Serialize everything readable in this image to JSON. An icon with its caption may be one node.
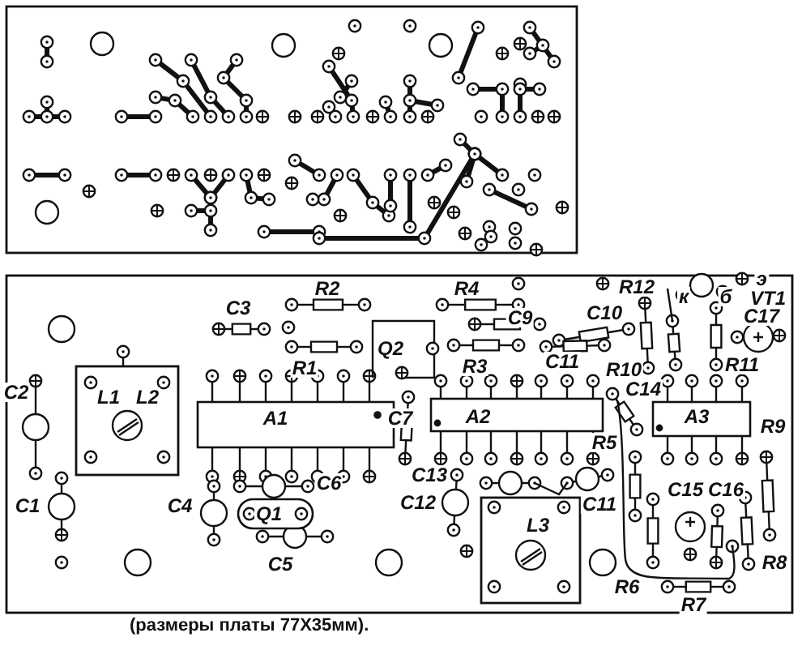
{
  "diagram": {
    "caption": "(размеры платы 77X35мм).",
    "labels": [
      "э",
      "R2",
      "R4",
      "R12",
      "к",
      "б",
      "VT1",
      "C3",
      "C9",
      "C10",
      "C17",
      "Q2",
      "R1",
      "R3",
      "C11",
      "R10",
      "R11",
      "C2",
      "L1",
      "L2",
      "C14",
      "A1",
      "C7",
      "A2",
      "A3",
      "R9",
      "R5",
      "C13",
      "C6",
      "C15",
      "C16",
      "C1",
      "C4",
      "C12",
      "C11",
      "Q1",
      "L3",
      "C5",
      "R8",
      "R6",
      "R7"
    ]
  }
}
